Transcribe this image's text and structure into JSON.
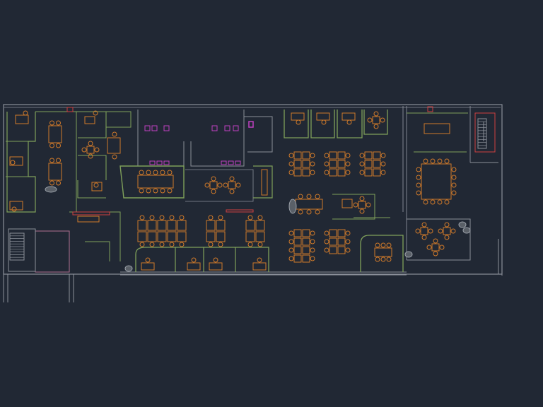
{
  "canvas": {
    "background": "#212834"
  },
  "colors": {
    "wall": "#8a8f99",
    "partition": "#7fa05a",
    "furniture": "#d07a2a",
    "fixture": "#c040c0",
    "accent": "#d04040",
    "plant": "#9aa0a8"
  },
  "drawing": {
    "type": "cad-floor-plan",
    "rooms": [
      "cluster-nw",
      "offices-north",
      "restrooms",
      "conference-main",
      "lounge-center",
      "open-workstations-west",
      "open-workstations-east",
      "small-offices-south",
      "meeting-room-se",
      "conference-east",
      "pods-east",
      "stair-west",
      "stair-east"
    ]
  }
}
